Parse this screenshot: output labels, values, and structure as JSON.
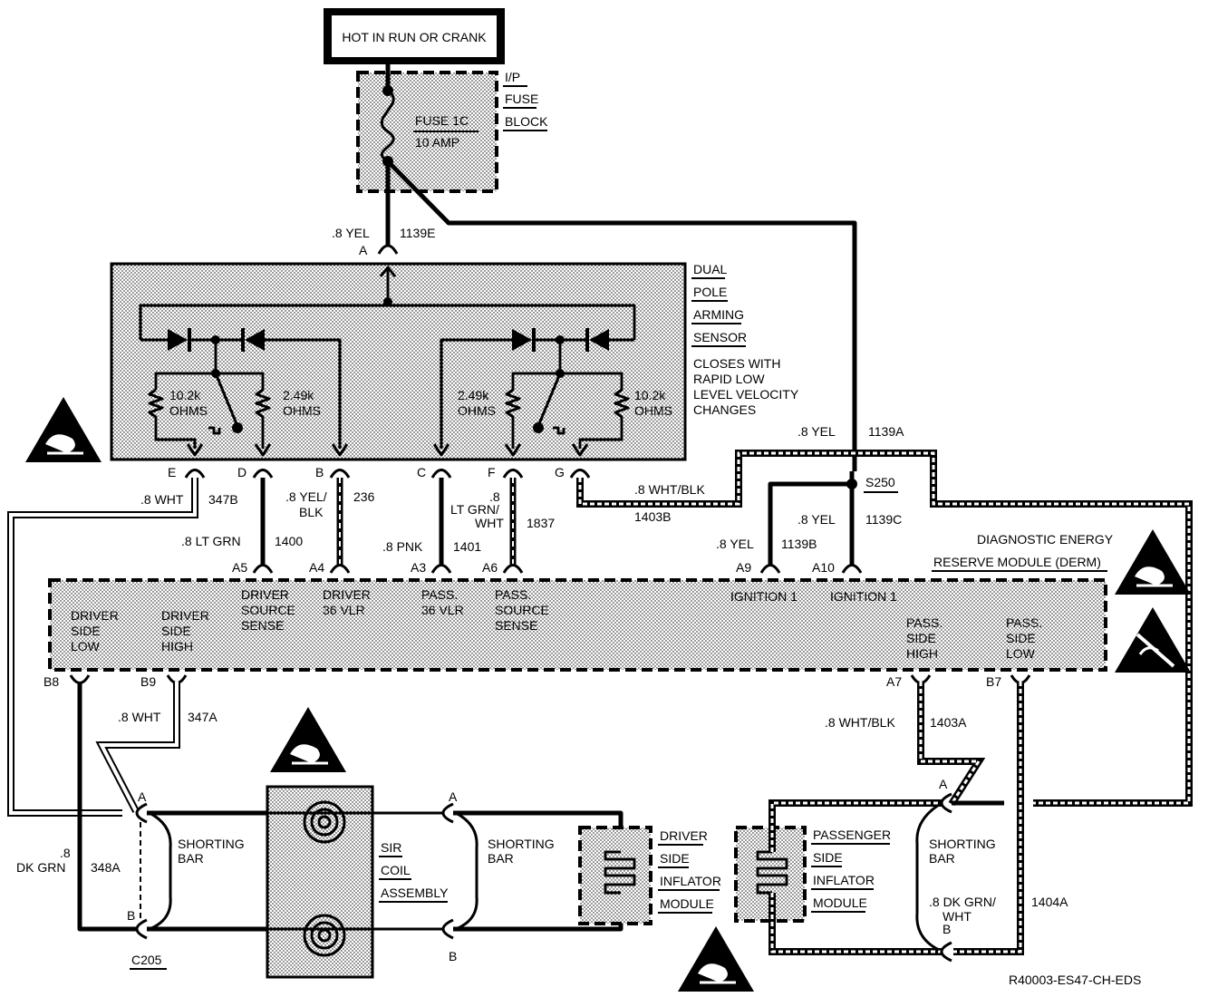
{
  "power_label": "HOT IN RUN OR CRANK",
  "fuse_block": {
    "l1": "I/P",
    "l2": "FUSE",
    "l3": "BLOCK",
    "fuse_name": "FUSE 1C",
    "fuse_rating": "10 AMP"
  },
  "sensor": {
    "l1": "DUAL",
    "l2": "POLE",
    "l3": "ARMING",
    "l4": "SENSOR",
    "d1": "CLOSES WITH",
    "d2": "RAPID LOW",
    "d3": "LEVEL VELOCITY",
    "d4": "CHANGES",
    "r1_value": "10.2k",
    "r1_unit": "OHMS",
    "r2_value": "2.49k",
    "r2_unit": "OHMS",
    "r3_value": "2.49k",
    "r3_unit": "OHMS",
    "r4_value": "10.2k",
    "r4_unit": "OHMS",
    "pins": [
      "E",
      "D",
      "B",
      "C",
      "F",
      "G"
    ]
  },
  "wires": {
    "w1139e_color": ".8 YEL",
    "w1139e_num": "1139E",
    "pin_a": "A",
    "w347b_color": ".8 WHT",
    "w347b_num": "347B",
    "w1400_color": ".8 LT GRN",
    "w1400_num": "1400",
    "w236_color1": ".8 YEL/",
    "w236_color2": "BLK",
    "w236_num": "236",
    "w1401_color": ".8 PNK",
    "w1401_num": "1401",
    "w1837_color1": "LT GRN/",
    "w1837_color2": "WHT",
    "w1837_size": ".8",
    "w1837_num": "1837",
    "w1403b_color": ".8 WHT/BLK",
    "w1403b_num": "1403B",
    "w1139a_color": ".8 YEL",
    "w1139a_num": "1139A",
    "splice": "S250",
    "w1139c_color": ".8 YEL",
    "w1139c_num": "1139C",
    "w1139b_color": ".8 YEL",
    "w1139b_num": "1139B",
    "w347a_color": ".8 WHT",
    "w347a_num": "347A",
    "w1403a_color": ".8 WHT/BLK",
    "w1403a_num": "1403A",
    "w348a_size": ".8",
    "w348a_color": "DK GRN",
    "w348a_num": "348A",
    "w1404a_color1": ".8 DK GRN/",
    "w1404a_color2": "WHT",
    "w1404a_num": "1404A"
  },
  "derm": {
    "title1": "DIAGNOSTIC ENERGY",
    "title2": "RESERVE MODULE (DERM)",
    "pins_top": [
      "A5",
      "A4",
      "A3",
      "A6",
      "A9",
      "A10"
    ],
    "pins_bottom": [
      "B8",
      "B9",
      "A7",
      "B7"
    ],
    "f1": [
      "DRIVER",
      "SIDE",
      "LOW"
    ],
    "f2": [
      "DRIVER",
      "SIDE",
      "HIGH"
    ],
    "f3": [
      "DRIVER",
      "SOURCE",
      "SENSE"
    ],
    "f4": [
      "DRIVER",
      "36 VLR"
    ],
    "f5": [
      "PASS.",
      "36 VLR"
    ],
    "f6": [
      "PASS.",
      "SOURCE",
      "SENSE"
    ],
    "f7": "IGNITION 1",
    "f8": "IGNITION 1",
    "f9": [
      "PASS.",
      "SIDE",
      "HIGH"
    ],
    "f10": [
      "PASS.",
      "SIDE",
      "LOW"
    ]
  },
  "bottom": {
    "pin_a": "A",
    "pin_b": "B",
    "shorting_bar": [
      "SHORTING",
      "BAR"
    ],
    "connector": "C205",
    "coil": [
      "SIR",
      "COIL",
      "ASSEMBLY"
    ],
    "driver_module": [
      "DRIVER",
      "SIDE",
      "INFLATOR",
      "MODULE"
    ],
    "pass_module": [
      "PASSENGER",
      "SIDE",
      "INFLATOR",
      "MODULE"
    ]
  },
  "diagram_id": "R40003-ES47-CH-EDS"
}
